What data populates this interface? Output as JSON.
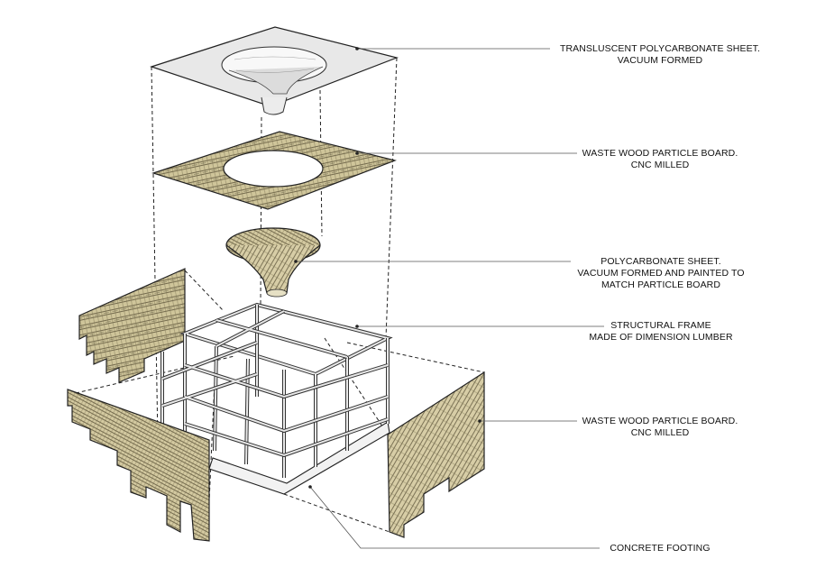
{
  "diagram": {
    "labels": [
      {
        "id": "polycarbonate-top",
        "lines": [
          "TRANSLUSCENT POLYCARBONATE SHEET.",
          "VACUUM FORMED"
        ]
      },
      {
        "id": "particle-board-top",
        "lines": [
          "WASTE WOOD PARTICLE BOARD.",
          "CNC MILLED"
        ]
      },
      {
        "id": "polycarbonate-funnel",
        "lines": [
          "POLYCARBONATE SHEET.",
          "VACUUM FORMED AND PAINTED TO",
          "MATCH PARTICLE BOARD"
        ]
      },
      {
        "id": "structural-frame",
        "lines": [
          "STRUCTURAL FRAME",
          "MADE OF DIMENSION LUMBER"
        ]
      },
      {
        "id": "particle-board-walls",
        "lines": [
          "WASTE WOOD PARTICLE BOARD.",
          "CNC MILLED"
        ]
      },
      {
        "id": "concrete-footing",
        "lines": [
          "CONCRETE FOOTING"
        ]
      }
    ],
    "colors": {
      "wood": "#cfc59a",
      "wood_dark": "#6f6544",
      "wood_line": "#4a432c",
      "sheet": "#e9e9e9",
      "frame": "#d9d9d9",
      "line": "#222222"
    }
  }
}
